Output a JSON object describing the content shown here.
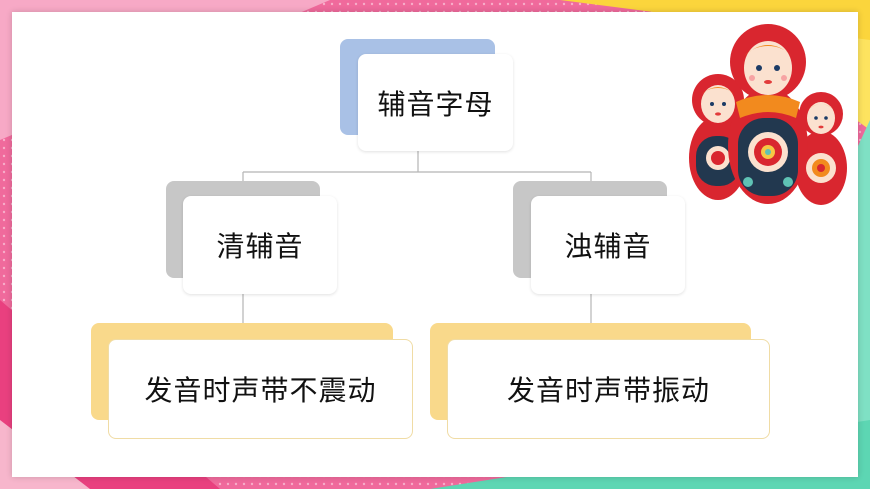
{
  "diagram": {
    "root": {
      "label": "辅音字母"
    },
    "branches": [
      {
        "label": "清辅音",
        "description": "发音时声带不震动"
      },
      {
        "label": "浊辅音",
        "description": "发音时声带振动"
      }
    ]
  },
  "colors": {
    "root_back": "#a9c1e6",
    "branch_back": "#c7c7c7",
    "desc_back": "#f9d98b",
    "desc_border": "#f0dca5",
    "connector": "#b5b5b5",
    "bg_pink": "#f06a9c",
    "bg_yellow": "#fde35f",
    "bg_mint": "#7fe0c4",
    "bg_magenta": "#e9407f"
  },
  "decoration": {
    "icon": "matryoshka-dolls-icon"
  }
}
